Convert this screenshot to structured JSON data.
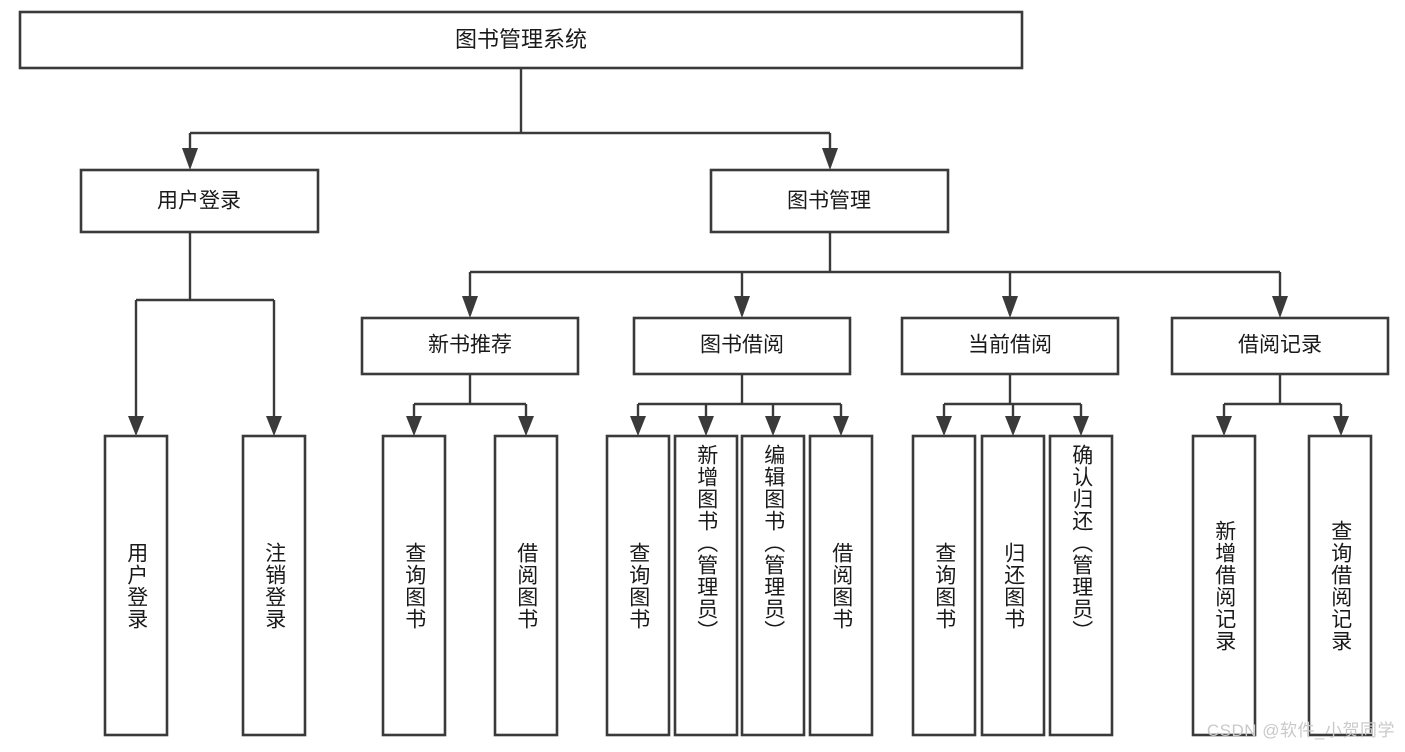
{
  "diagram": {
    "type": "tree",
    "title": "图书管理系统",
    "watermark": "CSDN @软件_小贺同学",
    "colors": {
      "box_stroke": "#3a3a3a",
      "box_fill": "#ffffff",
      "text": "#1a1a1a",
      "connector": "#3a3a3a",
      "watermark": "#c9c9c9",
      "background": "#ffffff"
    },
    "levels": {
      "root": {
        "label": "图书管理系统"
      },
      "level2": [
        {
          "label": "用户登录"
        },
        {
          "label": "图书管理"
        }
      ],
      "level3": [
        {
          "label": "新书推荐"
        },
        {
          "label": "图书借阅"
        },
        {
          "label": "当前借阅"
        },
        {
          "label": "借阅记录"
        }
      ],
      "leaves": {
        "user_login": [
          {
            "label": "用户登录"
          },
          {
            "label": "注销登录"
          }
        ],
        "new_book": [
          {
            "label": "查询图书"
          },
          {
            "label": "借阅图书"
          }
        ],
        "borrow_book": [
          {
            "label": "查询图书"
          },
          {
            "label": "新增图书（管理员）"
          },
          {
            "label": "编辑图书（管理员）"
          },
          {
            "label": "借阅图书"
          }
        ],
        "current_borrow": [
          {
            "label": "查询图书"
          },
          {
            "label": "归还图书"
          },
          {
            "label": "确认归还（管理员）"
          }
        ],
        "borrow_record": [
          {
            "label": "新增借阅记录"
          },
          {
            "label": "查询借阅记录"
          }
        ]
      }
    }
  }
}
